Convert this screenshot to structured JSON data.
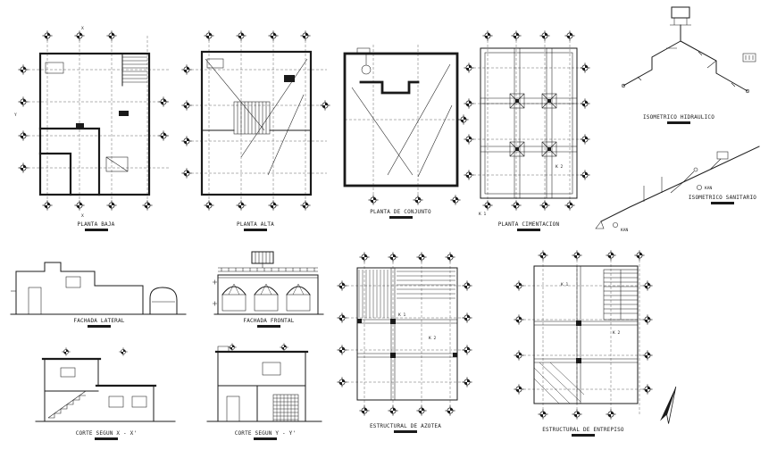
{
  "palette": {
    "background": "#ffffff",
    "ink": "#1a1a1a"
  },
  "titles": {
    "planta_baja": "PLANTA BAJA",
    "planta_alta": "PLANTA ALTA",
    "planta_conjunto": "PLANTA DE CONJUNTO",
    "planta_cimentacion": "PLANTA CIMENTACION",
    "isometrico_hidraulico": "ISOMETRICO HIDRAULICO",
    "isometrico_sanitario": "ISOMETRICO SANITARIO",
    "fachada_lateral": "FACHADA LATERAL",
    "fachada_frontal": "FACHADA FRONTAL",
    "corte_xx": "CORTE SEGUN X - X'",
    "corte_yy": "CORTE SEGUN Y - Y'",
    "estructural_azotea": "ESTRUCTURAL DE AZOTEA",
    "estructural_entrepiso": "ESTRUCTURAL DE ENTREPISO"
  },
  "annotations": {
    "axis_x": "X",
    "axis_y": "Y",
    "kan_upper": "KAN",
    "kan_lower": "KAN",
    "k1_cimentacion": "K 1",
    "k2_cimentacion": "K 2",
    "k1_azotea": "K 1",
    "k2_azotea": "K 2",
    "k1_entrepiso": "K 1",
    "k2_entrepiso": "K 2"
  }
}
